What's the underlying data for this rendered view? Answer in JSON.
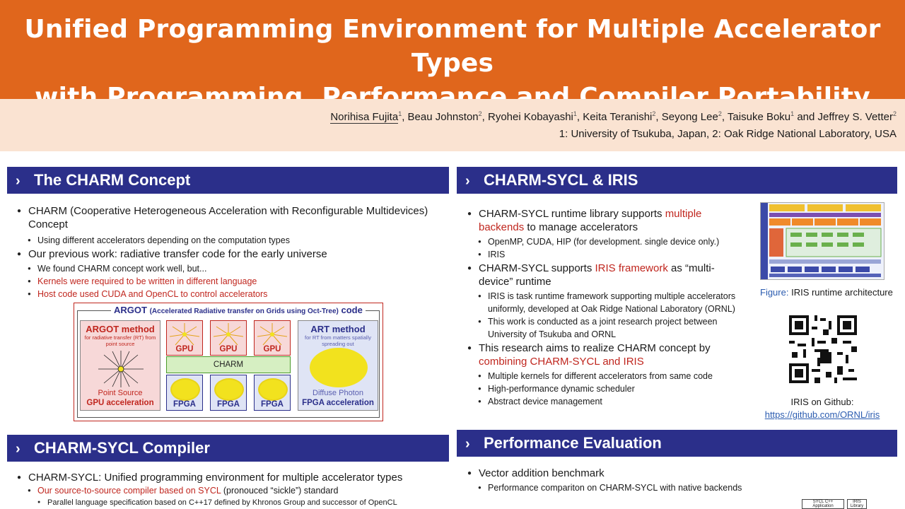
{
  "banner": {
    "line1": "Unified Programming Environment for Multiple Accelerator Types",
    "line2": "with Programming, Performance and Compiler Portability",
    "bg": "#e0661c"
  },
  "authors": {
    "first": "Norihisa Fujita",
    "rest": [
      {
        "name": "Beau Johnston",
        "sup": "2"
      },
      {
        "name": "Ryohei Kobayashi",
        "sup": "1"
      },
      {
        "name": "Keita Teranishi",
        "sup": "2"
      },
      {
        "name": "Seyong Lee",
        "sup": "2"
      },
      {
        "name": "Taisuke Boku",
        "sup": "1"
      },
      {
        "name": "Jeffrey S. Vetter",
        "sup": "2"
      }
    ],
    "first_sup": "1",
    "and": "and",
    "affiliations": "1: University of Tsukuba, Japan, 2: Oak Ridge National Laboratory, USA"
  },
  "sections": {
    "charm_concept": {
      "title": "The CHARM Concept",
      "b1": "CHARM (Cooperative Heterogeneous Acceleration with Reconfigurable Multidevices) Concept",
      "b1_1": "Using different accelerators depending on the computation types",
      "b2": "Our previous work: radiative transfer code for the early universe",
      "b2_1": "We found CHARM concept work well, but...",
      "b2_2": "Kernels were required to be written in different language",
      "b2_3": "Host code used CUDA and OpenCL to control accelerators"
    },
    "charm_sycl_iris": {
      "title": "CHARM-SYCL & IRIS",
      "b1_a": "CHARM-SYCL runtime library supports ",
      "b1_hl": "multiple backends",
      "b1_b": " to manage accelerators",
      "b1_1": "OpenMP, CUDA, HIP (for development. single device only.)",
      "b1_2": "IRIS",
      "b2_a": "CHARM-SYCL supports ",
      "b2_hl": "IRIS framework",
      "b2_b": " as “multi-device” runtime",
      "b2_1": "IRIS is task runtime framework supporting multiple accelerators uniformly, developed at Oak Ridge National Laboratory (ORNL)",
      "b2_2": "This work is conducted as a joint research project between University of Tsukuba and ORNL",
      "b3_a": "This research aims to realize CHARM concept by ",
      "b3_hl": "combining CHARM-SYCL and IRIS",
      "b3_1": "Multiple kernels for different accelerators from same code",
      "b3_2": "High-performance dynamic scheduler",
      "b3_3": "Abstract device management",
      "figure_label": "Figure:",
      "figure_caption": " IRIS runtime architecture",
      "github_label": "IRIS on Github:",
      "github_link": "https://github.com/ORNL/iris"
    },
    "compiler": {
      "title": "CHARM-SYCL Compiler",
      "b1": "CHARM-SYCL: Unified programming environment for multiple accelerator types",
      "b1_1_hl": "Our source-to-source compiler based on SYCL",
      "b1_1_b": " (pronouced “sickle”) standard",
      "b1_1_1": "Parallel language specification based on C++17 defined by Khronos Group and successor of OpenCL"
    },
    "performance": {
      "title": "Performance Evaluation",
      "b1": "Vector addition benchmark",
      "b1_1": "Performance compariton on CHARM-SYCL with native backends",
      "mini_1": "SYCL C++ Application",
      "mini_2": "IRIS Library"
    }
  },
  "argot": {
    "title": "ARGOT",
    "subtitle": "(Accelerated Radiative transfer on Grids using Oct-Tree)",
    "code": "code",
    "left_title": "ARGOT method",
    "left_sub": "for radiative transfer (RT) from point source",
    "left_ps": "Point Source",
    "left_acc": "GPU acceleration",
    "gpu": "GPU",
    "charm": "CHARM",
    "fpga": "FPGA",
    "right_title": "ART method",
    "right_sub": "for RT from matters spatially spreading out",
    "right_dp": "Diffuse Photon",
    "right_acc": "FPGA acceleration"
  },
  "colors": {
    "section_header": "#2b2f8a",
    "highlight_red": "#c0261e",
    "link_blue": "#2b5cb0",
    "authors_bg": "#fae3d2"
  }
}
